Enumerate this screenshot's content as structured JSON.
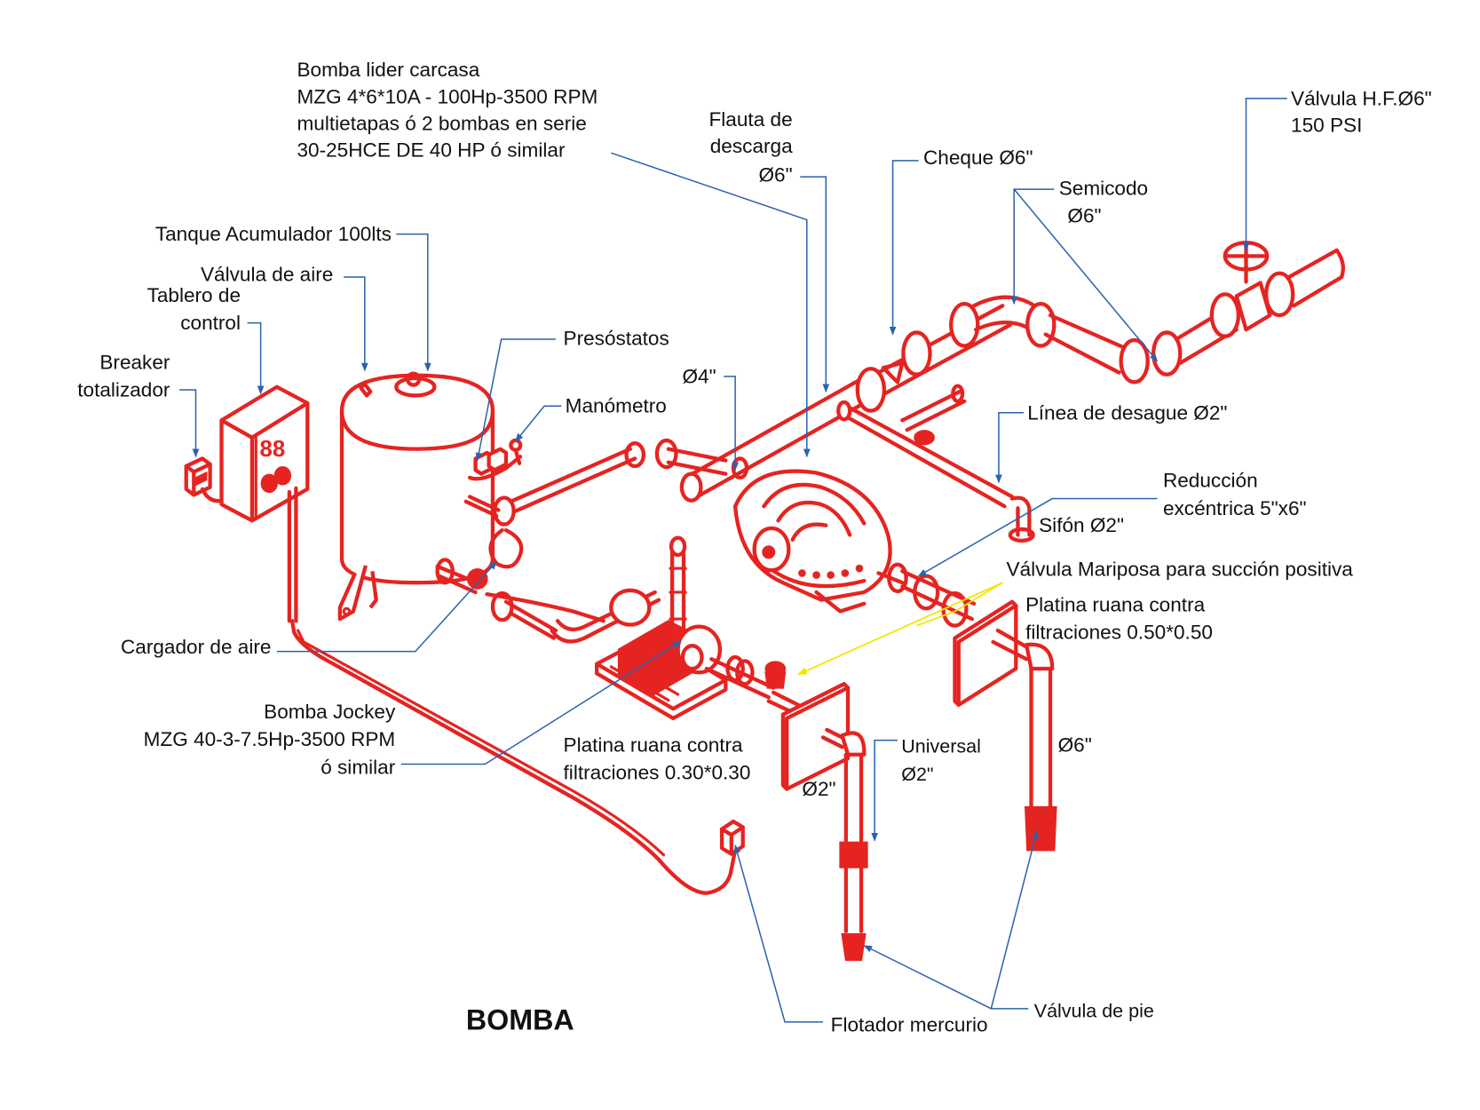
{
  "title": "BOMBA",
  "colors": {
    "equipment": "#e52421",
    "leader": "#2a62ad",
    "highlight_leader": "#f2e600",
    "text": "#111111"
  },
  "labels": {
    "main_pump": [
      "Bomba lider carcasa",
      "MZG 4*6*10A - 100Hp-3500 RPM",
      "multietapas ó 2 bombas en serie",
      "30-25HCE DE 40 HP ó similar"
    ],
    "discharge_header": [
      "Flauta de",
      "descarga",
      "Ø6\""
    ],
    "check_valve": "Cheque Ø6\"",
    "half_elbow": [
      "Semicodo",
      "Ø6\""
    ],
    "gate_valve": [
      "Válvula H.F.Ø6\"",
      "150 PSI"
    ],
    "accumulator_tank": "Tanque Acumulador 100lts",
    "air_valve": "Válvula de aire",
    "control_panel": [
      "Tablero de",
      "control"
    ],
    "main_breaker": [
      "Breaker",
      "totalizador"
    ],
    "pressure_switches": "Presóstatos",
    "pressure_gauge": "Manómetro",
    "pipe_4in": "Ø4\"",
    "drain_line": "Línea de desague Ø2\"",
    "eccentric_reducer": [
      "Reducción",
      "excéntrica 5\"x6\""
    ],
    "siphon": "Sifón Ø2\"",
    "butterfly_valve": "Válvula Mariposa para succión positiva",
    "plate_large": [
      "Platina ruana contra",
      "filtraciones 0.50*0.50"
    ],
    "air_charger": "Cargador de aire",
    "jockey_pump": [
      "Bomba Jockey",
      "MZG 40-3-7.5Hp-3500 RPM",
      "ó similar"
    ],
    "plate_small": [
      "Platina ruana contra",
      "filtraciones 0.30*0.30"
    ],
    "pipe_2in": "Ø2\"",
    "union": [
      "Universal",
      "Ø2\""
    ],
    "pipe_6in": "Ø6\"",
    "mercury_float": "Flotador mercurio",
    "foot_valve": "Válvula de pie"
  }
}
